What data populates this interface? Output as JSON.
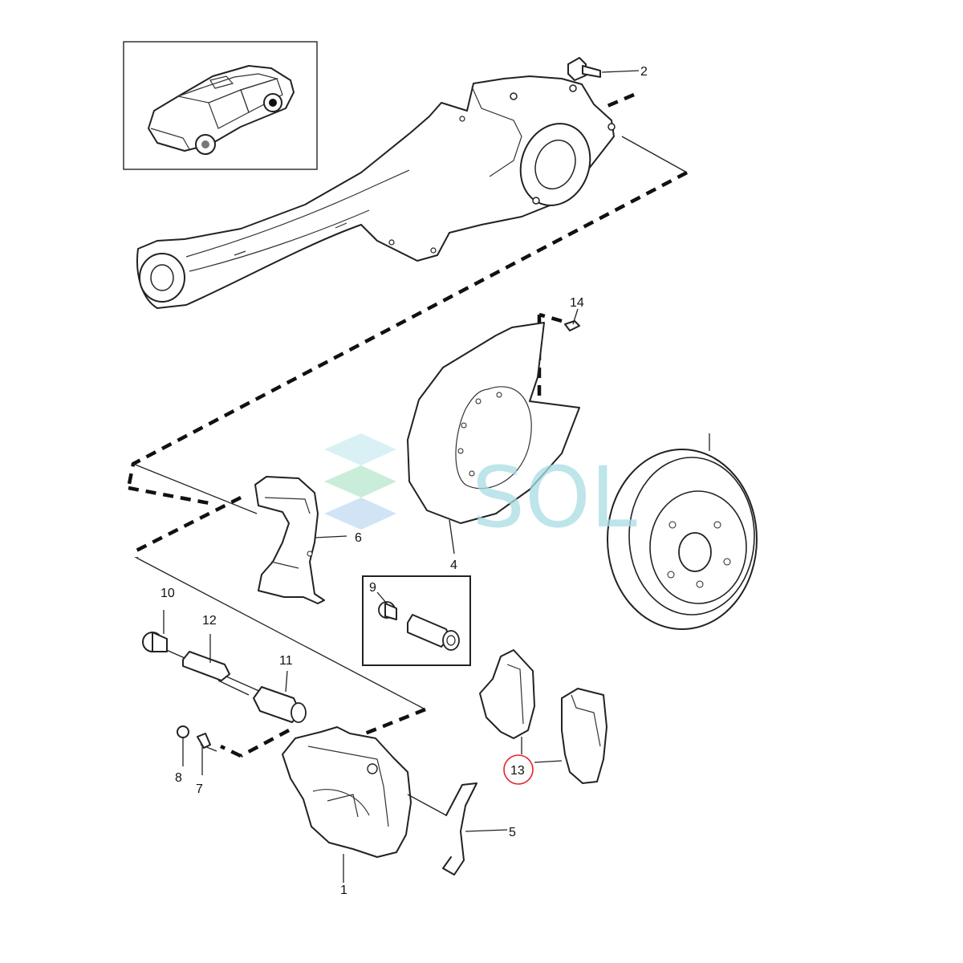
{
  "callouts": [
    {
      "id": "1",
      "label": "1"
    },
    {
      "id": "2",
      "label": "2"
    },
    {
      "id": "4",
      "label": "4"
    },
    {
      "id": "5",
      "label": "5"
    },
    {
      "id": "6",
      "label": "6"
    },
    {
      "id": "7",
      "label": "7"
    },
    {
      "id": "8",
      "label": "8"
    },
    {
      "id": "9",
      "label": "9"
    },
    {
      "id": "10",
      "label": "10"
    },
    {
      "id": "11",
      "label": "11"
    },
    {
      "id": "12",
      "label": "12"
    },
    {
      "id": "13",
      "label": "13",
      "highlighted": true
    },
    {
      "id": "14",
      "label": "14"
    }
  ],
  "watermark": {
    "text": "SOL"
  },
  "highlight_color": "#e8212b",
  "watermark_color": "#a8dde4"
}
